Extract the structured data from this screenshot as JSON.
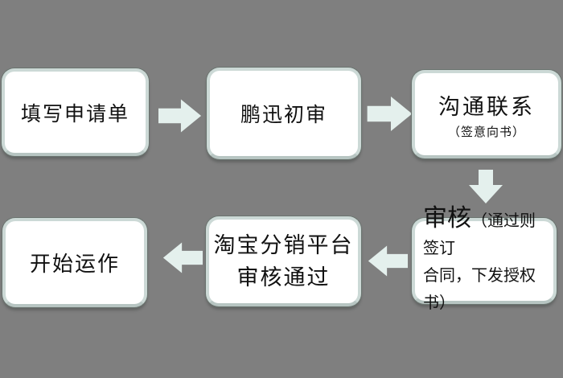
{
  "canvas": {
    "background_color": "#7f7f7f"
  },
  "style": {
    "box_fill": "#ffffff",
    "box_border_color": "#ccd9d6",
    "box_outline_color": "#6a746f",
    "arrow_fill": "#e4f0ed",
    "text_color": "#111111"
  },
  "flowchart": {
    "nodes": [
      {
        "id": "step-1",
        "label": "填写申请单"
      },
      {
        "id": "step-2",
        "label": "鹏迅初审"
      },
      {
        "id": "step-3",
        "label": "沟通联系",
        "sublabel": "（签意向书）"
      },
      {
        "id": "step-4",
        "title": "审核",
        "detail_line1": "（通过则签订",
        "detail_line2": "合同，下发授权书）"
      },
      {
        "id": "step-5",
        "line1": "淘宝分销平台",
        "line2": "审核通过"
      },
      {
        "id": "step-6",
        "label": "开始运作"
      }
    ],
    "connections": [
      {
        "from": "step-1",
        "to": "step-2",
        "direction": "right"
      },
      {
        "from": "step-2",
        "to": "step-3",
        "direction": "right"
      },
      {
        "from": "step-3",
        "to": "step-4",
        "direction": "down"
      },
      {
        "from": "step-4",
        "to": "step-5",
        "direction": "left"
      },
      {
        "from": "step-5",
        "to": "step-6",
        "direction": "left"
      }
    ]
  }
}
